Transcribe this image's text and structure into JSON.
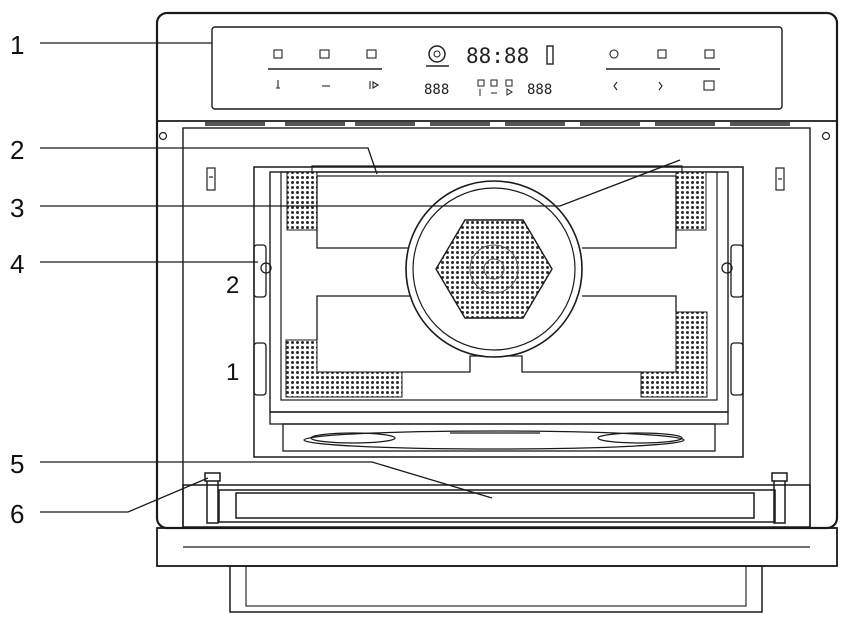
{
  "colors": {
    "line": "#1a1a1a",
    "mesh": "#2b2b2b",
    "background": "#ffffff"
  },
  "callouts": [
    {
      "label": "1"
    },
    {
      "label": "2"
    },
    {
      "label": "3"
    },
    {
      "label": "4"
    },
    {
      "label": "5"
    },
    {
      "label": "6"
    }
  ],
  "rack_levels": [
    {
      "label": "2"
    },
    {
      "label": "1"
    }
  ],
  "control_panel": {
    "display_main": "88:88",
    "display_left": "888",
    "display_right": "888"
  }
}
